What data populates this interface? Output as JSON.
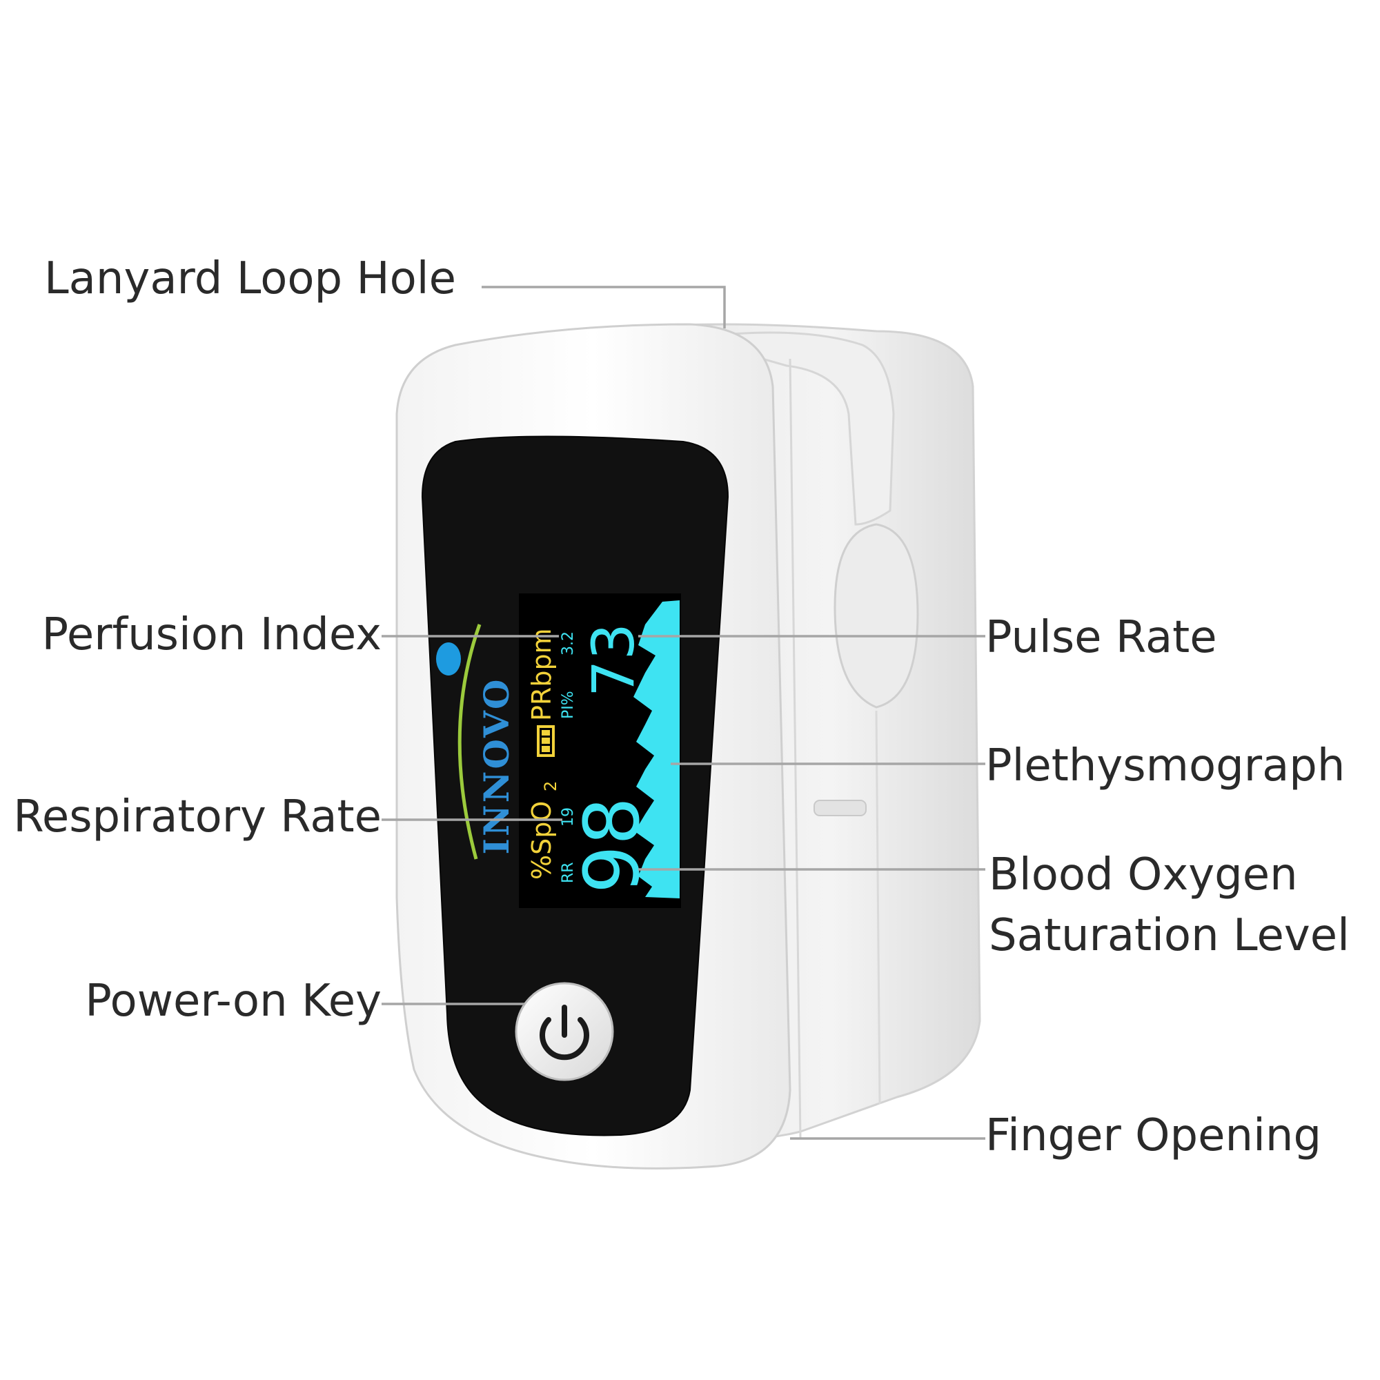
{
  "callouts": {
    "lanyard": "Lanyard Loop Hole",
    "perfusion": "Perfusion Index",
    "respiratory": "Respiratory Rate",
    "power": "Power-on Key",
    "pulse": "Pulse Rate",
    "pleth": "Plethysmograph",
    "spo2_line1": "Blood Oxygen",
    "spo2_line2": "Saturation Level",
    "finger": "Finger Opening"
  },
  "device": {
    "brand": "INNOVO",
    "display": {
      "spo2_label": "%SpO",
      "spo2_subscript": "2",
      "pr_label": "PRbpm",
      "rr_label": "RR",
      "rr_value": "19",
      "pi_label": "PI%",
      "pi_value": "3.2",
      "spo2_value": "98",
      "pr_value": "73"
    }
  },
  "colors": {
    "oled_cyan": "#3ee3f2",
    "oled_yellow": "#f2d23a",
    "brand_blue": "#2f8fd6",
    "brand_green_arc": "#9ccb3c",
    "leader_gray": "#a6a6a6"
  }
}
